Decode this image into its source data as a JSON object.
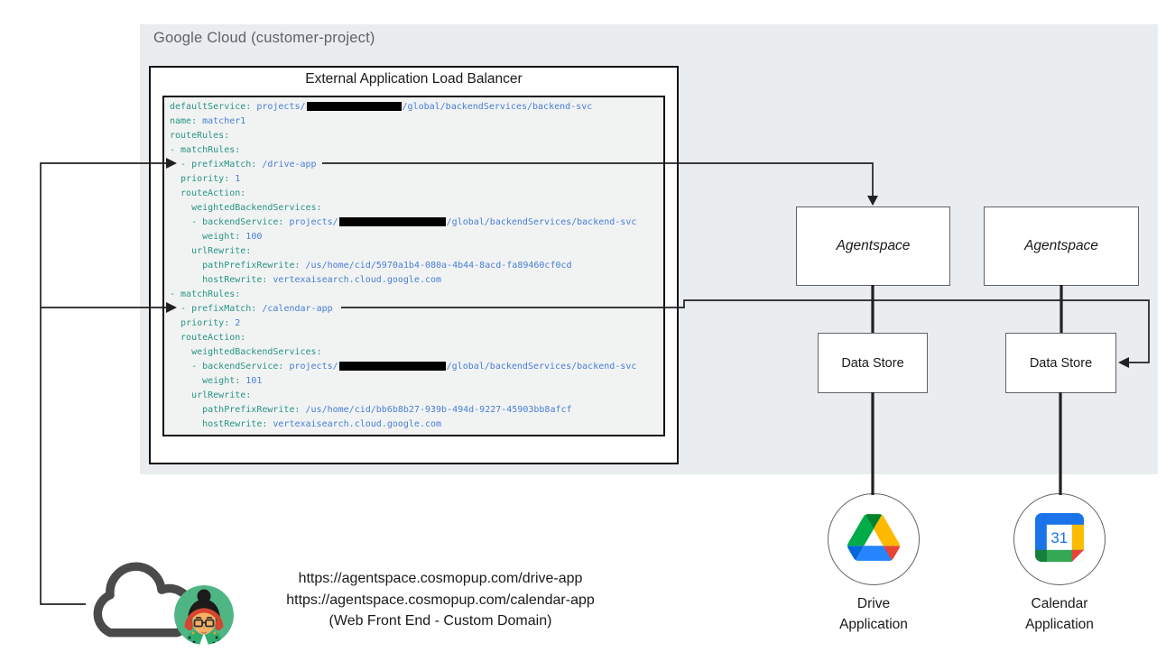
{
  "gcp_container": {
    "label": "Google Cloud (customer-project)"
  },
  "load_balancer": {
    "title": "External Application Load Balancer"
  },
  "code": {
    "lines": [
      [
        {
          "c": "k",
          "t": "defaultService: "
        },
        {
          "c": "v",
          "t": "projects/"
        },
        {
          "r": 105
        },
        {
          "c": "v",
          "t": "/global/backendServices/backend-svc"
        }
      ],
      [
        {
          "c": "k",
          "t": "name: "
        },
        {
          "c": "v",
          "t": "matcher1"
        }
      ],
      [
        {
          "c": "k",
          "t": "routeRules:"
        }
      ],
      [
        {
          "c": "k",
          "t": "- matchRules:"
        }
      ],
      [
        {
          "c": "k",
          "t": "  - prefixMatch: "
        },
        {
          "c": "v",
          "t": "/drive-app"
        }
      ],
      [
        {
          "c": "k",
          "t": "  priority: "
        },
        {
          "c": "v",
          "t": "1"
        }
      ],
      [
        {
          "c": "k",
          "t": "  routeAction:"
        }
      ],
      [
        {
          "c": "k",
          "t": "    weightedBackendServices:"
        }
      ],
      [
        {
          "c": "k",
          "t": "    - backendService: "
        },
        {
          "c": "v",
          "t": "projects/"
        },
        {
          "r": 118
        },
        {
          "c": "v",
          "t": "/global/backendServices/backend-svc"
        }
      ],
      [
        {
          "c": "k",
          "t": "      weight: "
        },
        {
          "c": "v",
          "t": "100"
        }
      ],
      [
        {
          "c": "k",
          "t": "    urlRewrite:"
        }
      ],
      [
        {
          "c": "k",
          "t": "      pathPrefixRewrite: "
        },
        {
          "c": "v",
          "t": "/us/home/cid/5970a1b4-080a-4b44-8acd-fa89460cf0cd"
        }
      ],
      [
        {
          "c": "k",
          "t": "      hostRewrite: "
        },
        {
          "c": "v",
          "t": "vertexaisearch.cloud.google.com"
        }
      ],
      [
        {
          "c": "k",
          "t": "- matchRules:"
        }
      ],
      [
        {
          "c": "k",
          "t": "  - prefixMatch: "
        },
        {
          "c": "v",
          "t": "/calendar-app"
        }
      ],
      [
        {
          "c": "k",
          "t": "  priority: "
        },
        {
          "c": "v",
          "t": "2"
        }
      ],
      [
        {
          "c": "k",
          "t": "  routeAction:"
        }
      ],
      [
        {
          "c": "k",
          "t": "    weightedBackendServices:"
        }
      ],
      [
        {
          "c": "k",
          "t": "    - backendService: "
        },
        {
          "c": "v",
          "t": "projects/"
        },
        {
          "r": 118
        },
        {
          "c": "v",
          "t": "/global/backendServices/backend-svc"
        }
      ],
      [
        {
          "c": "k",
          "t": "      weight: "
        },
        {
          "c": "v",
          "t": "101"
        }
      ],
      [
        {
          "c": "k",
          "t": "    urlRewrite:"
        }
      ],
      [
        {
          "c": "k",
          "t": "      pathPrefixRewrite: "
        },
        {
          "c": "v",
          "t": "/us/home/cid/bb6b8b27-939b-494d-9227-45903bb8afcf"
        }
      ],
      [
        {
          "c": "k",
          "t": "      hostRewrite: "
        },
        {
          "c": "v",
          "t": "vertexaisearch.cloud.google.com"
        }
      ]
    ]
  },
  "agentspace_left": {
    "label": "Agentspace"
  },
  "agentspace_right": {
    "label": "Agentspace"
  },
  "datastore_left": {
    "label": "Data Store"
  },
  "datastore_right": {
    "label": "Data Store"
  },
  "apps": {
    "drive": {
      "line1": "Drive",
      "line2": "Application"
    },
    "calendar": {
      "line1": "Calendar",
      "line2": "Application"
    }
  },
  "frontend": {
    "url_drive": "https://agentspace.cosmopup.com/drive-app",
    "url_calendar": "https://agentspace.cosmopup.com/calendar-app",
    "caption": "(Web Front End - Custom Domain)"
  },
  "colors": {
    "container_bg": "#e9edf0",
    "code_bg": "#f1f3f3",
    "yaml_key": "#2a9386",
    "yaml_value": "#4a7dd3",
    "connector": "#212121",
    "drive_blue": "#2684fc",
    "drive_green": "#00ac47",
    "drive_dark_green": "#00832d",
    "drive_yellow": "#ffba00",
    "drive_red": "#ea4335",
    "drive_navy": "#0066da",
    "calendar_blue": "#1a73e8",
    "calendar_yellow": "#fbbc04",
    "calendar_green": "#34a853",
    "calendar_dark_green": "#188038",
    "calendar_red": "#ea4335"
  }
}
